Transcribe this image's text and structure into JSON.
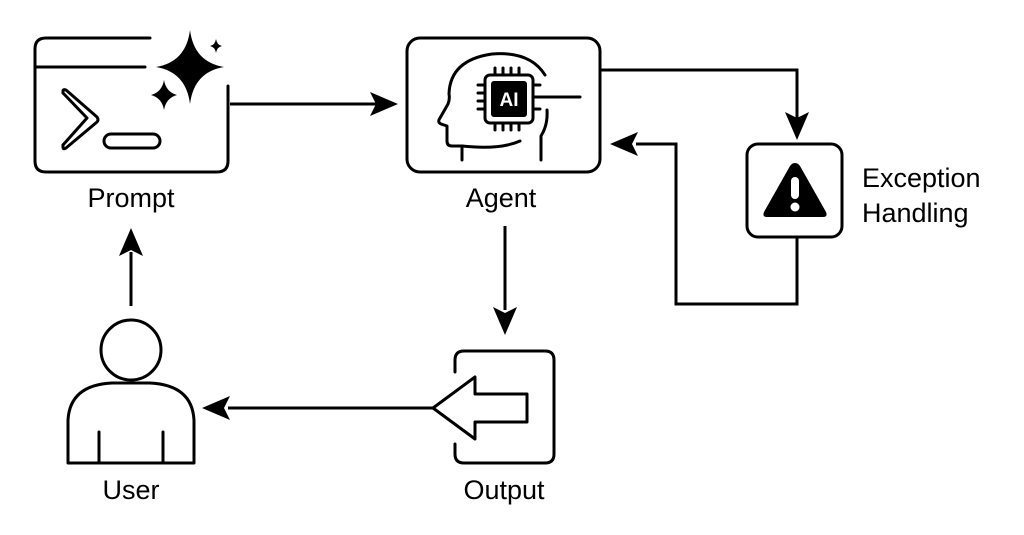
{
  "nodes": {
    "prompt": {
      "label": "Prompt",
      "icon": "prompt-terminal-sparkle-icon"
    },
    "agent": {
      "label": "Agent",
      "icon": "ai-head-icon",
      "chip_text": "AI"
    },
    "exception": {
      "label_line1": "Exception",
      "label_line2": "Handling",
      "icon": "warning-triangle-icon",
      "glyph": "!"
    },
    "output": {
      "label": "Output",
      "icon": "output-arrow-icon"
    },
    "user": {
      "label": "User",
      "icon": "user-person-icon"
    }
  },
  "edges": [
    {
      "from": "Prompt",
      "to": "Agent"
    },
    {
      "from": "Agent",
      "to": "Exception Handling"
    },
    {
      "from": "Exception Handling",
      "to": "Agent"
    },
    {
      "from": "Agent",
      "to": "Output"
    },
    {
      "from": "Output",
      "to": "User"
    },
    {
      "from": "User",
      "to": "Prompt"
    }
  ],
  "colors": {
    "stroke": "#000000",
    "background": "#ffffff"
  }
}
